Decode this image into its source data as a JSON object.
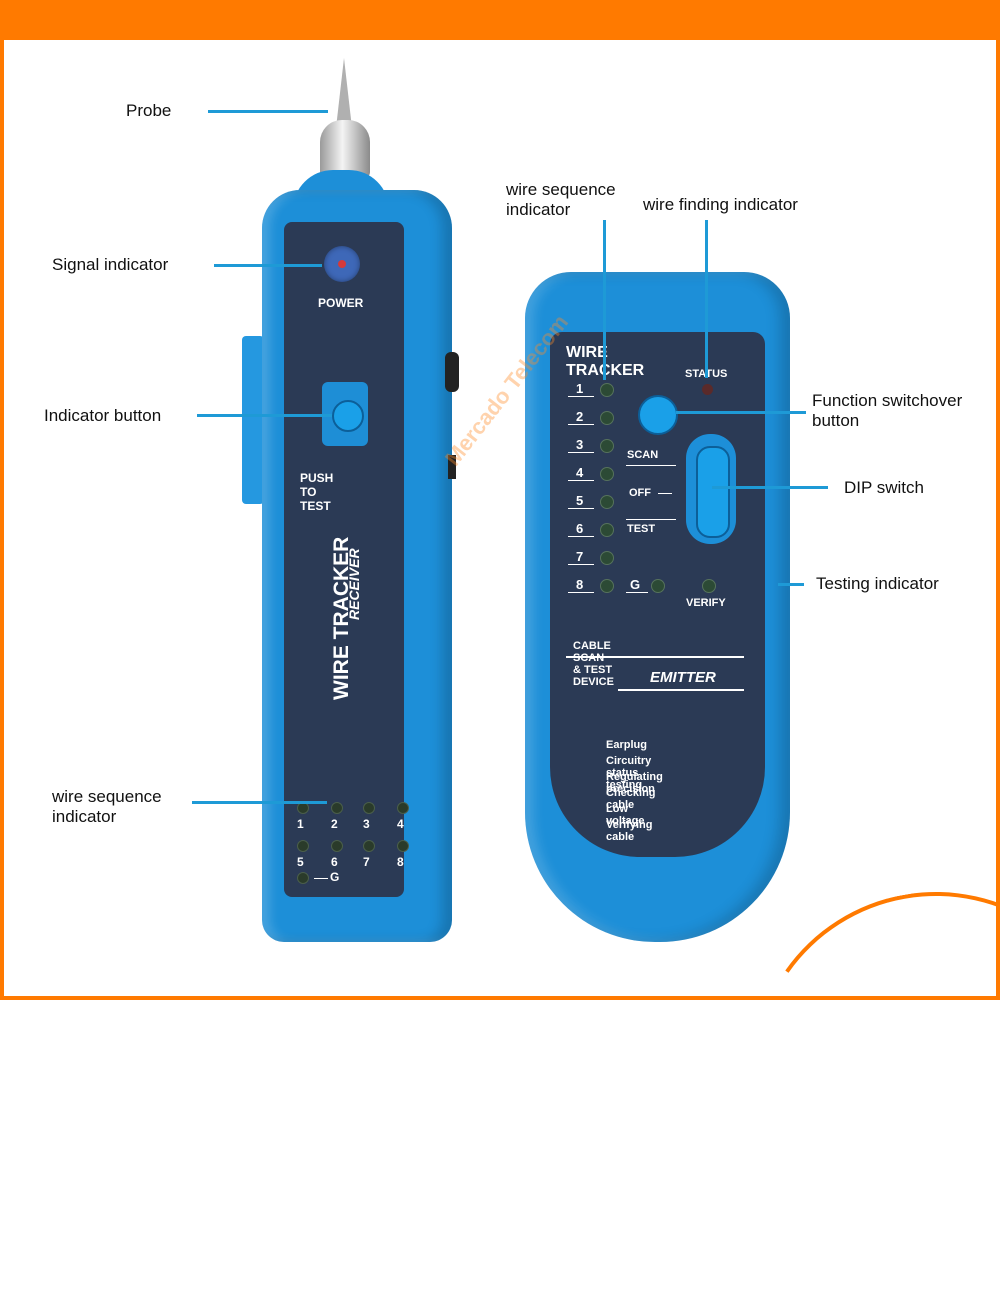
{
  "brand": {
    "name": "Mercado Telecom",
    "watermark": "Mercado Telecom"
  },
  "colors": {
    "accent": "#ff7a00",
    "device_blue": "#1d8fd8",
    "panel": "#2b3a55",
    "leader_line": "#1e9ad6"
  },
  "callouts": {
    "probe": "Probe",
    "signal_indicator": "Signal indicator",
    "indicator_button": "Indicator button",
    "receiver_wire_sequence": "wire sequence indicator",
    "emitter_wire_sequence": "wire sequence indicator",
    "wire_finding": "wire finding indicator",
    "function_switch": "Function switchover button",
    "dip_switch": "DIP switch",
    "testing_indicator": "Testing indicator"
  },
  "receiver": {
    "power": "POWER",
    "push_to_test": "PUSH TO TEST",
    "title": "WIRE TRACKER",
    "subtitle": "RECEIVER",
    "leds": [
      "1",
      "2",
      "3",
      "4",
      "5",
      "6",
      "7",
      "8"
    ],
    "ground": "G"
  },
  "emitter": {
    "title": "WIRE TRACKER",
    "status": "STATUS",
    "channels": [
      "1",
      "2",
      "3",
      "4",
      "5",
      "6",
      "7",
      "8"
    ],
    "ground": "G",
    "scan": "SCAN",
    "off": "OFF",
    "test": "TEST",
    "verify": "VERIFY",
    "device_name": "CABLE SCAN & TEST DEVICE",
    "emitter_label": "EMITTER",
    "features": [
      "Earplug",
      "Circuitry status testing",
      "Regulating precision",
      "Checking cable",
      "Low voltage",
      "Verifying cable"
    ]
  }
}
